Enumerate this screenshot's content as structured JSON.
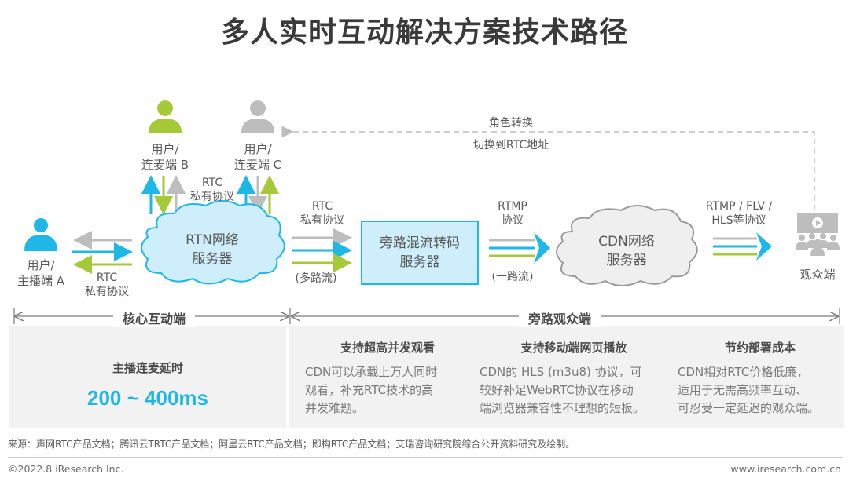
{
  "title": "多人实时互动解决方案技术路径",
  "colors": {
    "blue": "#1fb8e6",
    "green": "#a6c93a",
    "gray": "#bdbdbd",
    "cloud_blue_fill": "#cdeefa",
    "panel_bg": "#f2f2f2"
  },
  "users": {
    "a": {
      "line1": "用户/",
      "line2": "主播端 A",
      "icon": "person-icon-blue"
    },
    "b": {
      "line1": "用户/",
      "line2": "连麦端 B",
      "icon": "person-icon-green"
    },
    "c": {
      "line1": "用户/",
      "line2": "连麦端 C",
      "icon": "person-icon-gray"
    }
  },
  "labels": {
    "rtc_bc": {
      "line1": "RTC",
      "line2": "私有协议"
    },
    "rtc_a": {
      "line1": "RTC",
      "line2": "私有协议"
    },
    "rtc_mix": {
      "line1": "RTC",
      "line2": "私有协议"
    },
    "multi_stream": "(多路流)",
    "rtmp": {
      "line1": "RTMP",
      "line2": "协议"
    },
    "single_stream": "(一路流)",
    "cdn_out": {
      "line1": "RTMP / FLV /",
      "line2": "HLS等协议"
    },
    "role_switch": "角色转换",
    "switch_rtc": "切换到RTC地址"
  },
  "nodes": {
    "rtn": {
      "line1": "RTN网络",
      "line2": "服务器"
    },
    "mixer": {
      "line1": "旁路混流转码",
      "line2": "服务器"
    },
    "cdn": {
      "line1": "CDN网络",
      "line2": "服务器"
    },
    "audience": {
      "label": "观众端",
      "icon": "audience-screen-icon"
    }
  },
  "sections": {
    "core": {
      "title": "核心互动端",
      "metric_label": "主播连麦延时",
      "metric_value": "200 ~ 400ms"
    },
    "bypass": {
      "title": "旁路观众端",
      "cards": [
        {
          "heading": "支持超高并发观看",
          "lines": [
            "CDN可以承载上万人同时",
            "观看，补充RTC技术的高",
            "并发难题。"
          ]
        },
        {
          "heading": "支持移动端网页播放",
          "lines": [
            "CDN的 HLS (m3u8) 协议，可",
            "较好补足WebRTC协议在移动",
            "端浏览器兼容性不理想的短板。"
          ]
        },
        {
          "heading": "节约部署成本",
          "lines": [
            "CDN相对RTC价格低廉，",
            "适用于无需高频率互动、",
            "可忍受一定延迟的观众端。"
          ]
        }
      ]
    }
  },
  "source": "来源：声网RTC产品文档；腾讯云TRTC产品文档；阿里云RTC产品文档；即构RTC产品文档；艾瑞咨询研究院综合公开资料研究及绘制。",
  "footer": {
    "copyright": "©2022.8 iResearch Inc.",
    "website": "www.iresearch.com.cn"
  }
}
